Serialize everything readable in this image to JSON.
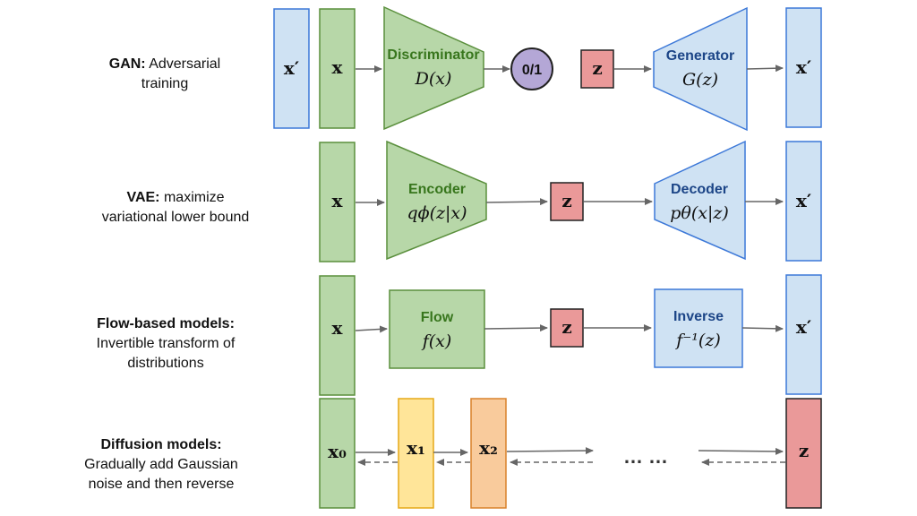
{
  "colors": {
    "green_fill": "#b7d7a8",
    "green_stroke": "#5a8f3c",
    "green_text": "#38761d",
    "blue_fill": "#cfe2f3",
    "blue_stroke": "#3c78d8",
    "blue_text": "#1c4587",
    "red_fill": "#ea9999",
    "purple_fill": "#b4a7d6",
    "yellow_fill": "#ffe599",
    "yellow_stroke": "#e6a817",
    "orange_fill": "#f9cb9c",
    "orange_stroke": "#d9822b",
    "arrow": "#666666"
  },
  "rows": {
    "gan": {
      "label_bold": "GAN:",
      "label_rest": " Adversarial",
      "label_line2": "training",
      "x_prime_left": "x′",
      "x": "x",
      "discriminator_title": "Discriminator",
      "discriminator_math": "D(x)",
      "output": "0/1",
      "z": "z",
      "generator_title": "Generator",
      "generator_math": "G(z)",
      "x_prime_right": "x′"
    },
    "vae": {
      "label_bold": "VAE:",
      "label_rest": " maximize",
      "label_line2": "variational lower bound",
      "x": "x",
      "encoder_title": "Encoder",
      "encoder_math": "qϕ(z|x)",
      "z": "z",
      "decoder_title": "Decoder",
      "decoder_math": "pθ(x|z)",
      "x_prime": "x′"
    },
    "flow": {
      "label_bold": "Flow-based models:",
      "label_line2": "Invertible transform of",
      "label_line3": "distributions",
      "x": "x",
      "flow_title": "Flow",
      "flow_math": "f(x)",
      "z": "z",
      "inverse_title": "Inverse",
      "inverse_math": "f⁻¹(z)",
      "x_prime": "x′"
    },
    "diffusion": {
      "label_bold": "Diffusion models:",
      "label_line2": "Gradually add Gaussian",
      "label_line3": "noise and then reverse",
      "x0": "x₀",
      "x1": "x₁",
      "x2": "x₂",
      "dots": "… …",
      "z": "z"
    }
  }
}
